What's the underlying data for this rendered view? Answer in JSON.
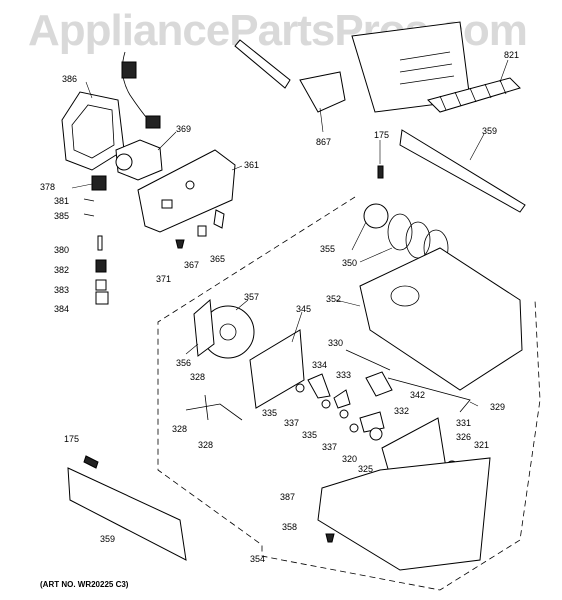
{
  "watermark": "AppliancePartsPros.com",
  "art_number": "(ART NO. WR20225 C3)",
  "callouts": {
    "c386": "386",
    "c369": "369",
    "c361": "361",
    "c378": "378",
    "c381": "381",
    "c385": "385",
    "c380": "380",
    "c382": "382",
    "c383": "383",
    "c384": "384",
    "c371": "371",
    "c367": "367",
    "c365": "365",
    "c867": "867",
    "c821": "821",
    "c175a": "175",
    "c359a": "359",
    "c355": "355",
    "c350": "350",
    "c352": "352",
    "c357": "357",
    "c345": "345",
    "c356": "356",
    "c330": "330",
    "c334": "334",
    "c333": "333",
    "c342": "342",
    "c329": "329",
    "c328a": "328",
    "c328b": "328",
    "c328c": "328",
    "c335a": "335",
    "c337a": "337",
    "c335b": "335",
    "c337b": "337",
    "c332": "332",
    "c331": "331",
    "c320": "320",
    "c326": "326",
    "c321": "321",
    "c325": "325",
    "c175b": "175",
    "c359b": "359",
    "c387": "387",
    "c358": "358",
    "c354": "354"
  }
}
